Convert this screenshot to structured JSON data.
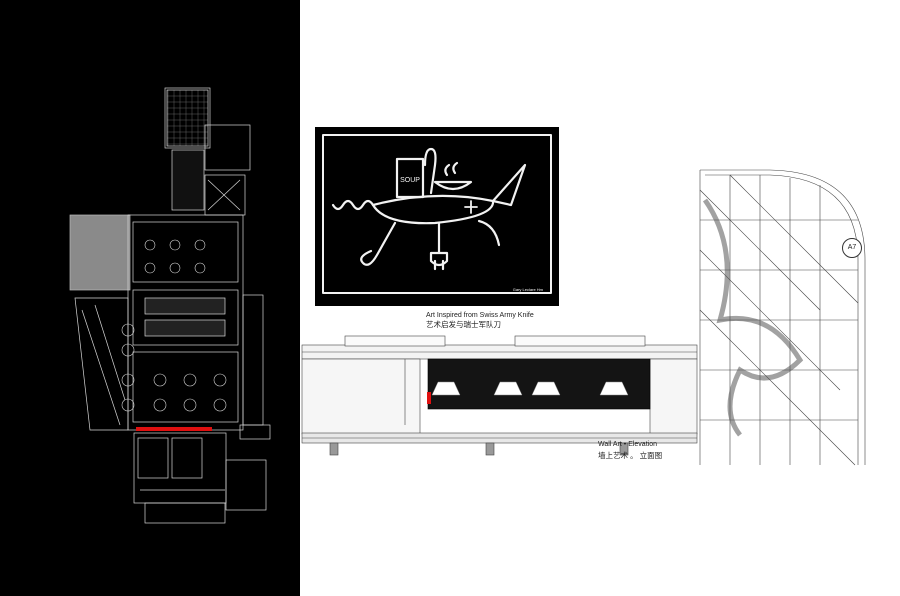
{
  "captions": {
    "art_inspiration_en": "Art Inspired from Swiss Army Knife",
    "art_inspiration_cn": "艺术启发与瑞士军队刀",
    "wall_art_en": "Wall Art  •  Elevation",
    "wall_art_cn": "墙上艺术 。 立面图"
  },
  "sketch": {
    "soup_label": "SOUP",
    "signature": "Gary Leclare Hm"
  },
  "tags": {
    "section_tag": "A7"
  },
  "colors": {
    "plan_background": "#000000",
    "plan_lines": "#d8d8d8",
    "highlight_wall": "#e01010",
    "sketch_background": "#000000",
    "sketch_lines": "#f2f2f2"
  }
}
